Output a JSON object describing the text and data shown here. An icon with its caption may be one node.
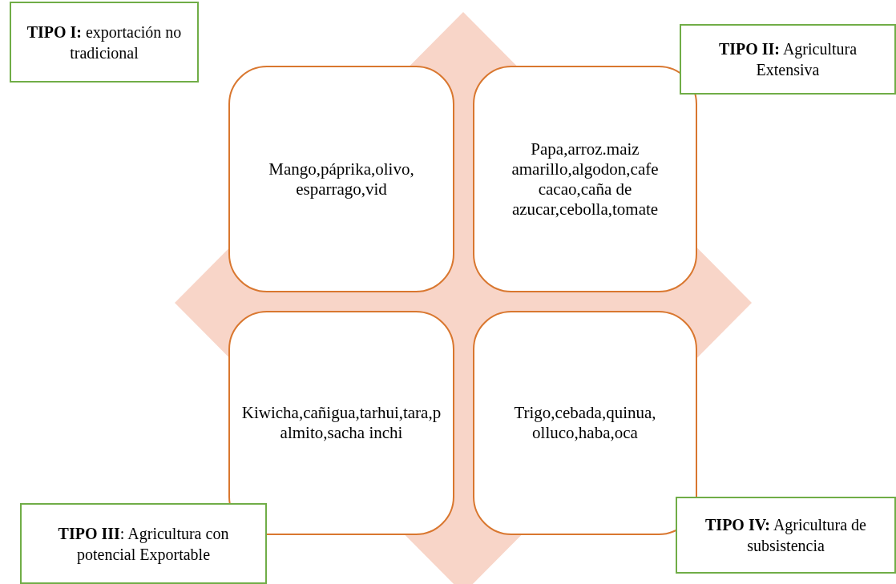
{
  "diagram": {
    "nodes": [
      {
        "text": [
          "**TIPO I:** exportación no tradicional"
        ]
      },
      {
        "text": [
          "**TIPO II:** Agricultura Extensiva"
        ]
      },
      {
        "text": [
          "Mango,páprika,olivo, esparrago,vid"
        ]
      },
      {
        "text": [
          "Papa,arroz.maiz amarillo,algodon,cafe cacao,caña de azucar,cebolla,tomate"
        ]
      },
      {
        "text": [
          "Kiwicha,cañigua,tarhui,tara,palmito,sacha inchi"
        ]
      },
      {
        "text": [
          "Trigo,cebada,quinua, olluco,haba,oca"
        ]
      },
      {
        "text": [
          "**TIPO III**: Agricultura con potencial Exportable"
        ]
      },
      {
        "text": [
          "**TIPO IV:** Agricultura de subsistencia"
        ]
      }
    ],
    "edges": []
  }
}
